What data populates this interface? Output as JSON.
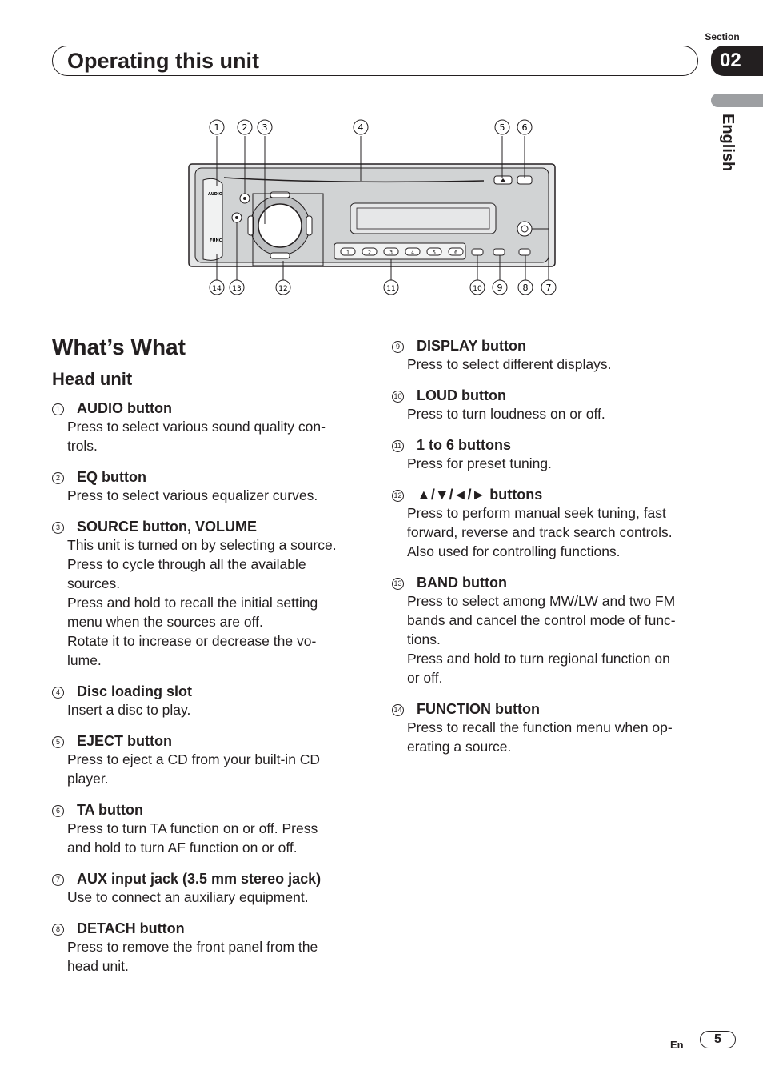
{
  "header": {
    "title": "Operating this unit",
    "section_label": "Section",
    "section_number": "02",
    "language": "English"
  },
  "diagram": {
    "labels_top": [
      "1",
      "2",
      "3",
      "4",
      "5",
      "6"
    ],
    "labels_bottom": [
      "14",
      "13",
      "12",
      "11",
      "10",
      "9",
      "8",
      "7"
    ],
    "panel_text_audio": "AUDIO",
    "panel_text_func": "FUNC",
    "preset_labels": [
      "1",
      "2",
      "3",
      "4",
      "5",
      "6"
    ]
  },
  "content": {
    "heading": "What’s What",
    "subheading": "Head unit",
    "items_left": [
      {
        "marker": "1",
        "title": "AUDIO button",
        "body": "Press to select various sound quality con-\ntrols."
      },
      {
        "marker": "2",
        "title": "EQ button",
        "body": "Press to select various equalizer curves."
      },
      {
        "marker": "3",
        "title": "SOURCE button, VOLUME",
        "body": "This unit is turned on by selecting a source.\nPress to cycle through all the available\nsources.\nPress and hold to recall the initial setting\nmenu when the sources are off.\nRotate it to increase or decrease the vo-\nlume."
      },
      {
        "marker": "4",
        "title": "Disc loading slot",
        "body": "Insert a disc to play."
      },
      {
        "marker": "5",
        "title": "EJECT button",
        "body": "Press to eject a CD from your built-in CD\nplayer."
      },
      {
        "marker": "6",
        "title": "TA button",
        "body": "Press to turn TA function on or off. Press\nand hold to turn AF function on or off."
      },
      {
        "marker": "7",
        "title": "AUX input jack (3.5 mm stereo jack)",
        "body": "Use to connect an auxiliary equipment."
      },
      {
        "marker": "8",
        "title": "DETACH button",
        "body": "Press to remove the front panel from the\nhead unit."
      }
    ],
    "items_right": [
      {
        "marker": "9",
        "title": "DISPLAY button",
        "body": "Press to select different displays."
      },
      {
        "marker": "10",
        "title": "LOUD button",
        "body": "Press to turn loudness on or off."
      },
      {
        "marker": "11",
        "title": "1 to 6 buttons",
        "body": "Press for preset tuning."
      },
      {
        "marker": "12",
        "title": "▲/▼/◄/► buttons",
        "body": "Press to perform manual seek tuning, fast\nforward, reverse and track search controls.\nAlso used for controlling functions."
      },
      {
        "marker": "13",
        "title": "BAND button",
        "body": "Press to select among MW/LW and two FM\nbands and cancel the control mode of func-\ntions.\nPress and hold to turn regional function on\nor off."
      },
      {
        "marker": "14",
        "title": "FUNCTION button",
        "body": "Press to recall the function menu when op-\nerating a source."
      }
    ]
  },
  "footer": {
    "lang_abbr": "En",
    "page_number": "5"
  }
}
